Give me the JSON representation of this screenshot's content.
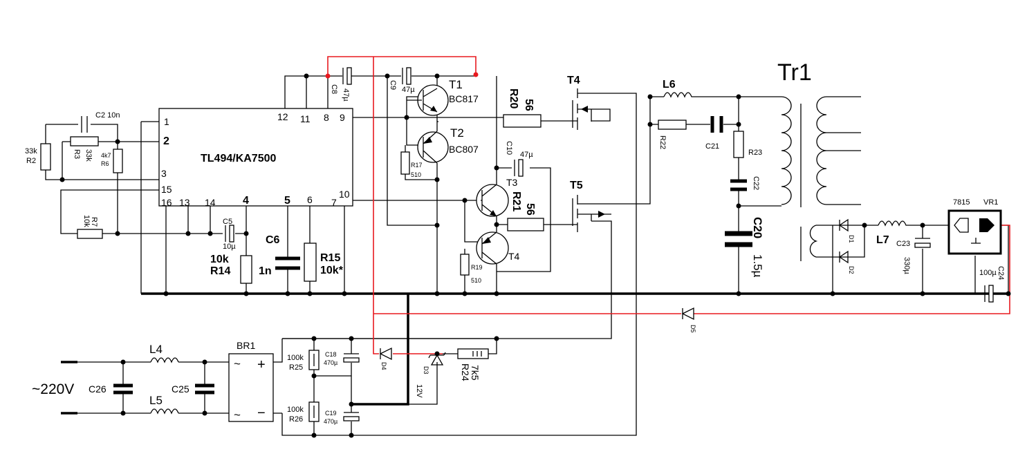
{
  "ic": {
    "name": "TL494/KA7500",
    "pins": {
      "p1": "1",
      "p2": "2",
      "p3": "3",
      "p15": "15",
      "p16": "16",
      "p13": "13",
      "p14": "14",
      "p4": "4",
      "p5": "5",
      "p6": "6",
      "p7": "7",
      "p10": "10",
      "p12": "12",
      "p11": "11",
      "p8": "8",
      "p9": "9"
    }
  },
  "labels": {
    "c2": "C2 10n",
    "r2_val": "33k",
    "r2": "R2",
    "r3_val": "33k",
    "r3": "R3",
    "r6_val": "4k7",
    "r6": "R6",
    "r7_val": "10k",
    "r7": "R7",
    "c5": "C5",
    "c5_val": "10µ",
    "r14_val": "10k",
    "r14": "R14",
    "c6": "C6",
    "c6_val": "1n",
    "r15": "R15",
    "r15_val": "10k*",
    "c8": "C8",
    "c8_val": "47µ",
    "c9": "C9",
    "c9_val": "47µ",
    "t1": "T1",
    "t1_type": "BC817",
    "t2": "T2",
    "t2_type": "BC807",
    "r17": "R17",
    "r17_val": "510",
    "c10": "C10",
    "c10_val": "47µ",
    "t3": "T3",
    "t4b": "T4",
    "r19": "R19",
    "r19_val": "510",
    "r20": "R20",
    "r20_val": "56",
    "r21": "R21",
    "r21_val": "56",
    "t4": "T4",
    "t5": "T5",
    "l6": "L6",
    "r22": "R22",
    "c21": "C21",
    "r23": "R23",
    "c22": "C22",
    "c20": "C20",
    "c20_val": "1.5µ",
    "tr1": "Tr1",
    "d1": "D1",
    "d2": "D2",
    "l7": "L7",
    "c23": "C23",
    "c23_val": "330µ",
    "vr1_type": "7815",
    "vr1": "VR1",
    "c24_val": "100µ",
    "c24": "C24",
    "d5": "D5",
    "mains": "~220V",
    "c26": "C26",
    "c25": "C25",
    "l4": "L4",
    "l5": "L5",
    "br1": "BR1",
    "br_plus": "+",
    "br_minus": "−",
    "br_ac1": "~",
    "br_ac2": "~",
    "r25_val": "100k",
    "r25": "R25",
    "r26_val": "100k",
    "r26": "R26",
    "c18": "C18",
    "c18_val": "470µ",
    "c19": "C19",
    "c19_val": "470µ",
    "d4": "D4",
    "d3": "D3",
    "d3_val": "12V",
    "r24": "R24",
    "r24_val": "7k5"
  }
}
